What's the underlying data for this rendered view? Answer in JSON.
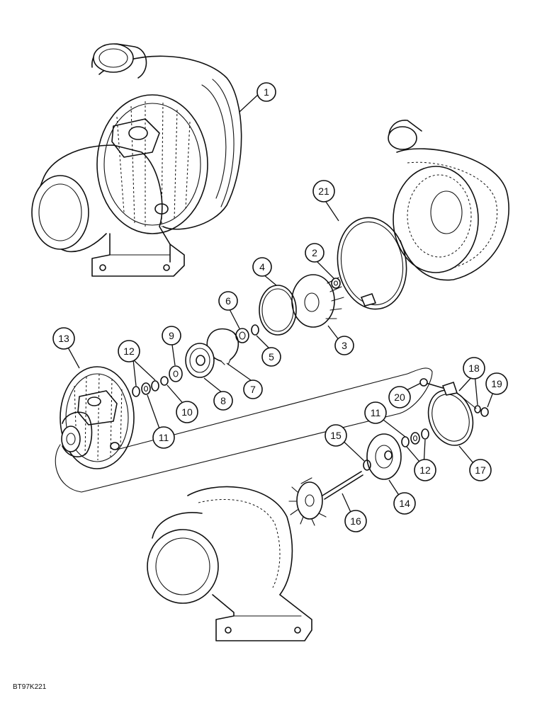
{
  "diagram": {
    "reference_code": "BT97K221",
    "callouts": [
      {
        "id": "c1",
        "label": "1"
      },
      {
        "id": "c2",
        "label": "2"
      },
      {
        "id": "c3",
        "label": "3"
      },
      {
        "id": "c4",
        "label": "4"
      },
      {
        "id": "c5",
        "label": "5"
      },
      {
        "id": "c6",
        "label": "6"
      },
      {
        "id": "c7",
        "label": "7"
      },
      {
        "id": "c8",
        "label": "8"
      },
      {
        "id": "c9",
        "label": "9"
      },
      {
        "id": "c10",
        "label": "10"
      },
      {
        "id": "c11a",
        "label": "11"
      },
      {
        "id": "c11b",
        "label": "11"
      },
      {
        "id": "c12a",
        "label": "12"
      },
      {
        "id": "c12b",
        "label": "12"
      },
      {
        "id": "c13",
        "label": "13"
      },
      {
        "id": "c14",
        "label": "14"
      },
      {
        "id": "c15",
        "label": "15"
      },
      {
        "id": "c16",
        "label": "16"
      },
      {
        "id": "c17",
        "label": "17"
      },
      {
        "id": "c18",
        "label": "18"
      },
      {
        "id": "c19",
        "label": "19"
      },
      {
        "id": "c20",
        "label": "20"
      },
      {
        "id": "c21",
        "label": "21"
      }
    ]
  }
}
